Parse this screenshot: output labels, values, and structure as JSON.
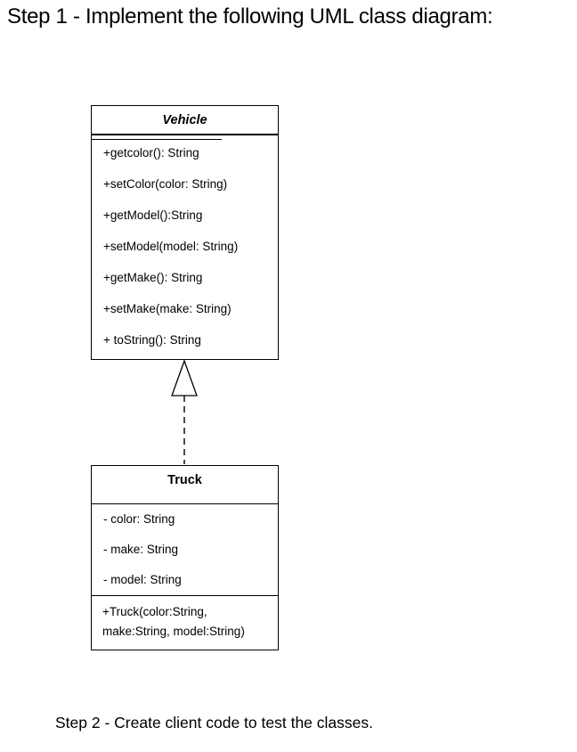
{
  "page": {
    "step1_heading": "Step 1 - Implement the following UML class diagram:",
    "step2_text": "Step 2 - Create client code to test the classes."
  },
  "uml": {
    "vehicle": {
      "name": "Vehicle",
      "name_style": "abstract-italic",
      "methods": [
        "+getcolor(): String",
        "+setColor(color: String)",
        "+getModel():String",
        "+setModel(model: String)",
        "+getMake(): String",
        "+setMake(make: String)",
        "+ toString(): String"
      ]
    },
    "truck": {
      "name": "Truck",
      "attributes": [
        "- color: String",
        "- make: String",
        "- model: String"
      ],
      "constructor_line1": "+Truck(color:String,",
      "constructor_line2": "make:String, model:String)"
    },
    "relationship": {
      "type": "realization",
      "from": "Truck",
      "to": "Vehicle",
      "line_style": "dashed",
      "arrowhead": "hollow-triangle"
    },
    "colors": {
      "line": "#000000",
      "text": "#000000",
      "background": "#ffffff"
    }
  }
}
